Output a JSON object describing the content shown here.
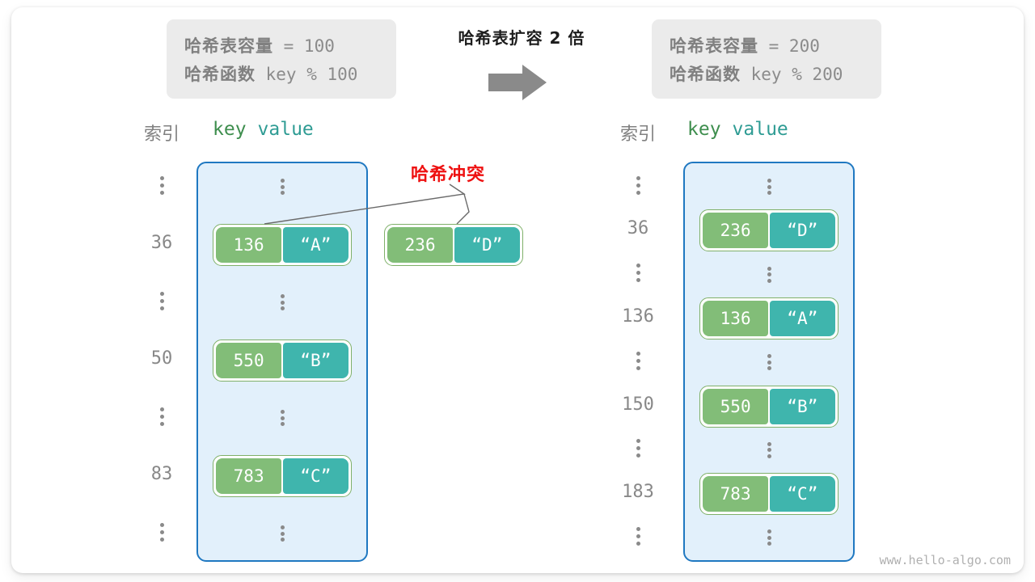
{
  "transition": {
    "title": "哈希表扩容 2 倍",
    "arrow_icon": "right-arrow-icon"
  },
  "left_panel": {
    "info": {
      "capacity_label": "哈希表容量",
      "capacity_value": " = 100",
      "function_label": "哈希函数",
      "function_value": " key % 100"
    },
    "headers": {
      "index": "索引",
      "key": "key",
      "value": "value"
    },
    "rows": [
      {
        "index": "⋮",
        "type": "dots"
      },
      {
        "index": "36",
        "type": "pair",
        "key": "136",
        "value": "“A”"
      },
      {
        "index": "⋮",
        "type": "dots"
      },
      {
        "index": "50",
        "type": "pair",
        "key": "550",
        "value": "“B”"
      },
      {
        "index": "⋮",
        "type": "dots"
      },
      {
        "index": "83",
        "type": "pair",
        "key": "783",
        "value": "“C”"
      },
      {
        "index": "⋮",
        "type": "dots"
      }
    ]
  },
  "right_panel": {
    "info": {
      "capacity_label": "哈希表容量",
      "capacity_value": " = 200",
      "function_label": "哈希函数",
      "function_value": " key % 200"
    },
    "headers": {
      "index": "索引",
      "key": "key",
      "value": "value"
    },
    "rows": [
      {
        "index": "⋮",
        "type": "dots"
      },
      {
        "index": "36",
        "type": "pair",
        "key": "236",
        "value": "“D”"
      },
      {
        "index": "⋮",
        "type": "dots"
      },
      {
        "index": "136",
        "type": "pair",
        "key": "136",
        "value": "“A”"
      },
      {
        "index": "⋮",
        "type": "dots"
      },
      {
        "index": "150",
        "type": "pair",
        "key": "550",
        "value": "“B”"
      },
      {
        "index": "⋮",
        "type": "dots"
      },
      {
        "index": "183",
        "type": "pair",
        "key": "783",
        "value": "“C”"
      },
      {
        "index": "⋮",
        "type": "dots"
      }
    ]
  },
  "collision": {
    "label": "哈希冲突",
    "overflow_entry": {
      "key": "236",
      "value": "“D”"
    }
  },
  "watermark": "www.hello-algo.com",
  "colors": {
    "key_cell": "#82bd78",
    "value_cell": "#3fb5ad",
    "bucket_fill": "#e2f0fb",
    "bucket_border": "#1f78c1",
    "pair_border": "#7fb069",
    "collision_red": "#ee1111",
    "info_box": "#ebebeb",
    "muted_text": "#888888",
    "arrow_gray": "#8a8a8a"
  }
}
